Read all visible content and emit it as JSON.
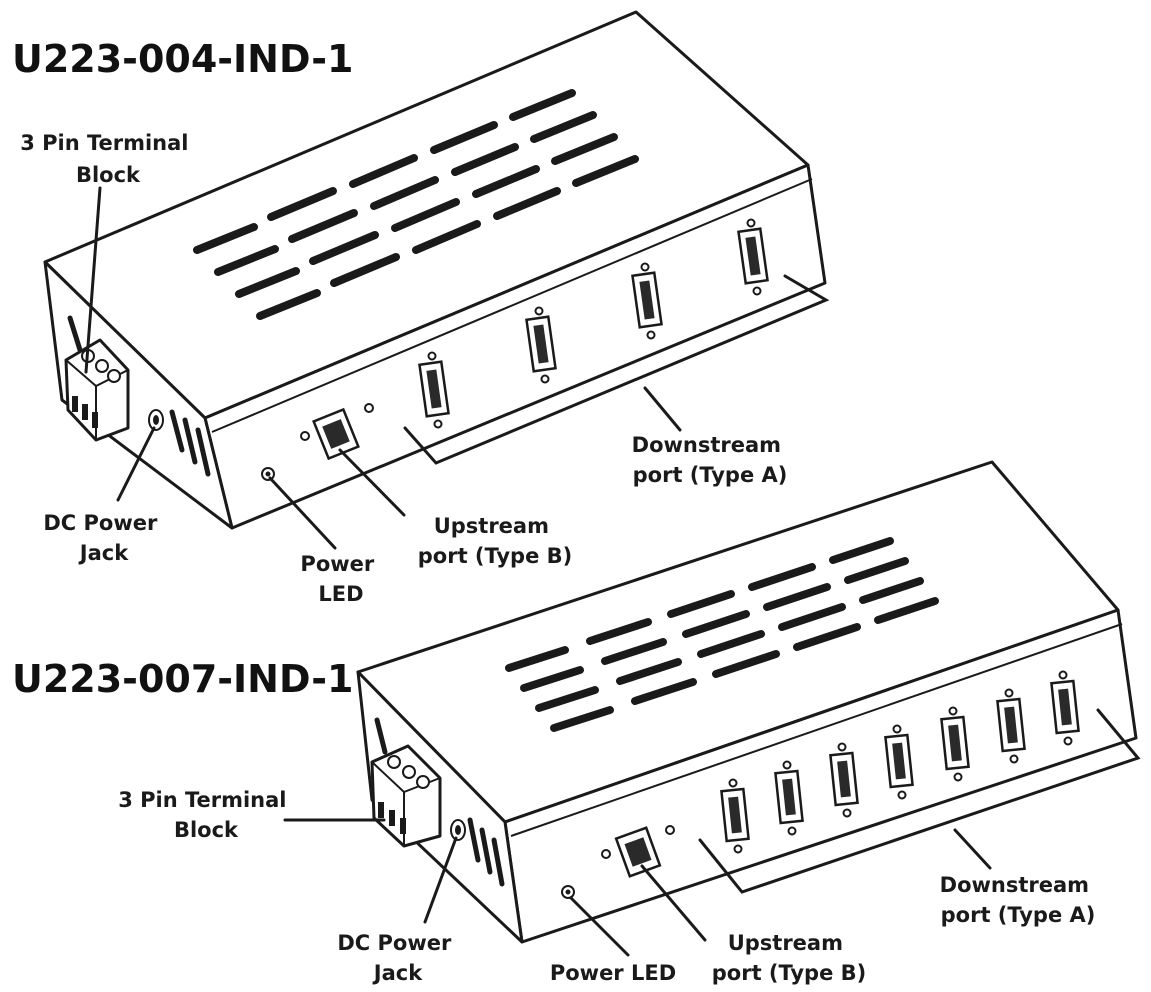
{
  "hub_4port": {
    "model": "U223-004-IND-1",
    "labels": {
      "terminal_block": [
        "3 Pin Terminal",
        "Block"
      ],
      "dc_power_jack": [
        "DC Power",
        "Jack"
      ],
      "power_led": [
        "Power",
        "LED"
      ],
      "upstream_port": [
        "Upstream",
        "port (Type B)"
      ],
      "downstream_port": [
        "Downstream",
        "port (Type A)"
      ]
    },
    "downstream_port_count": 4
  },
  "hub_7port": {
    "model": "U223-007-IND-1",
    "labels": {
      "terminal_block": [
        "3 Pin Terminal",
        "Block"
      ],
      "dc_power_jack": [
        "DC Power",
        "Jack"
      ],
      "power_led": [
        "Power LED"
      ],
      "upstream_port": [
        "Upstream",
        "port (Type B)"
      ],
      "downstream_port": [
        "Downstream",
        "port (Type A)"
      ]
    },
    "downstream_port_count": 7
  }
}
